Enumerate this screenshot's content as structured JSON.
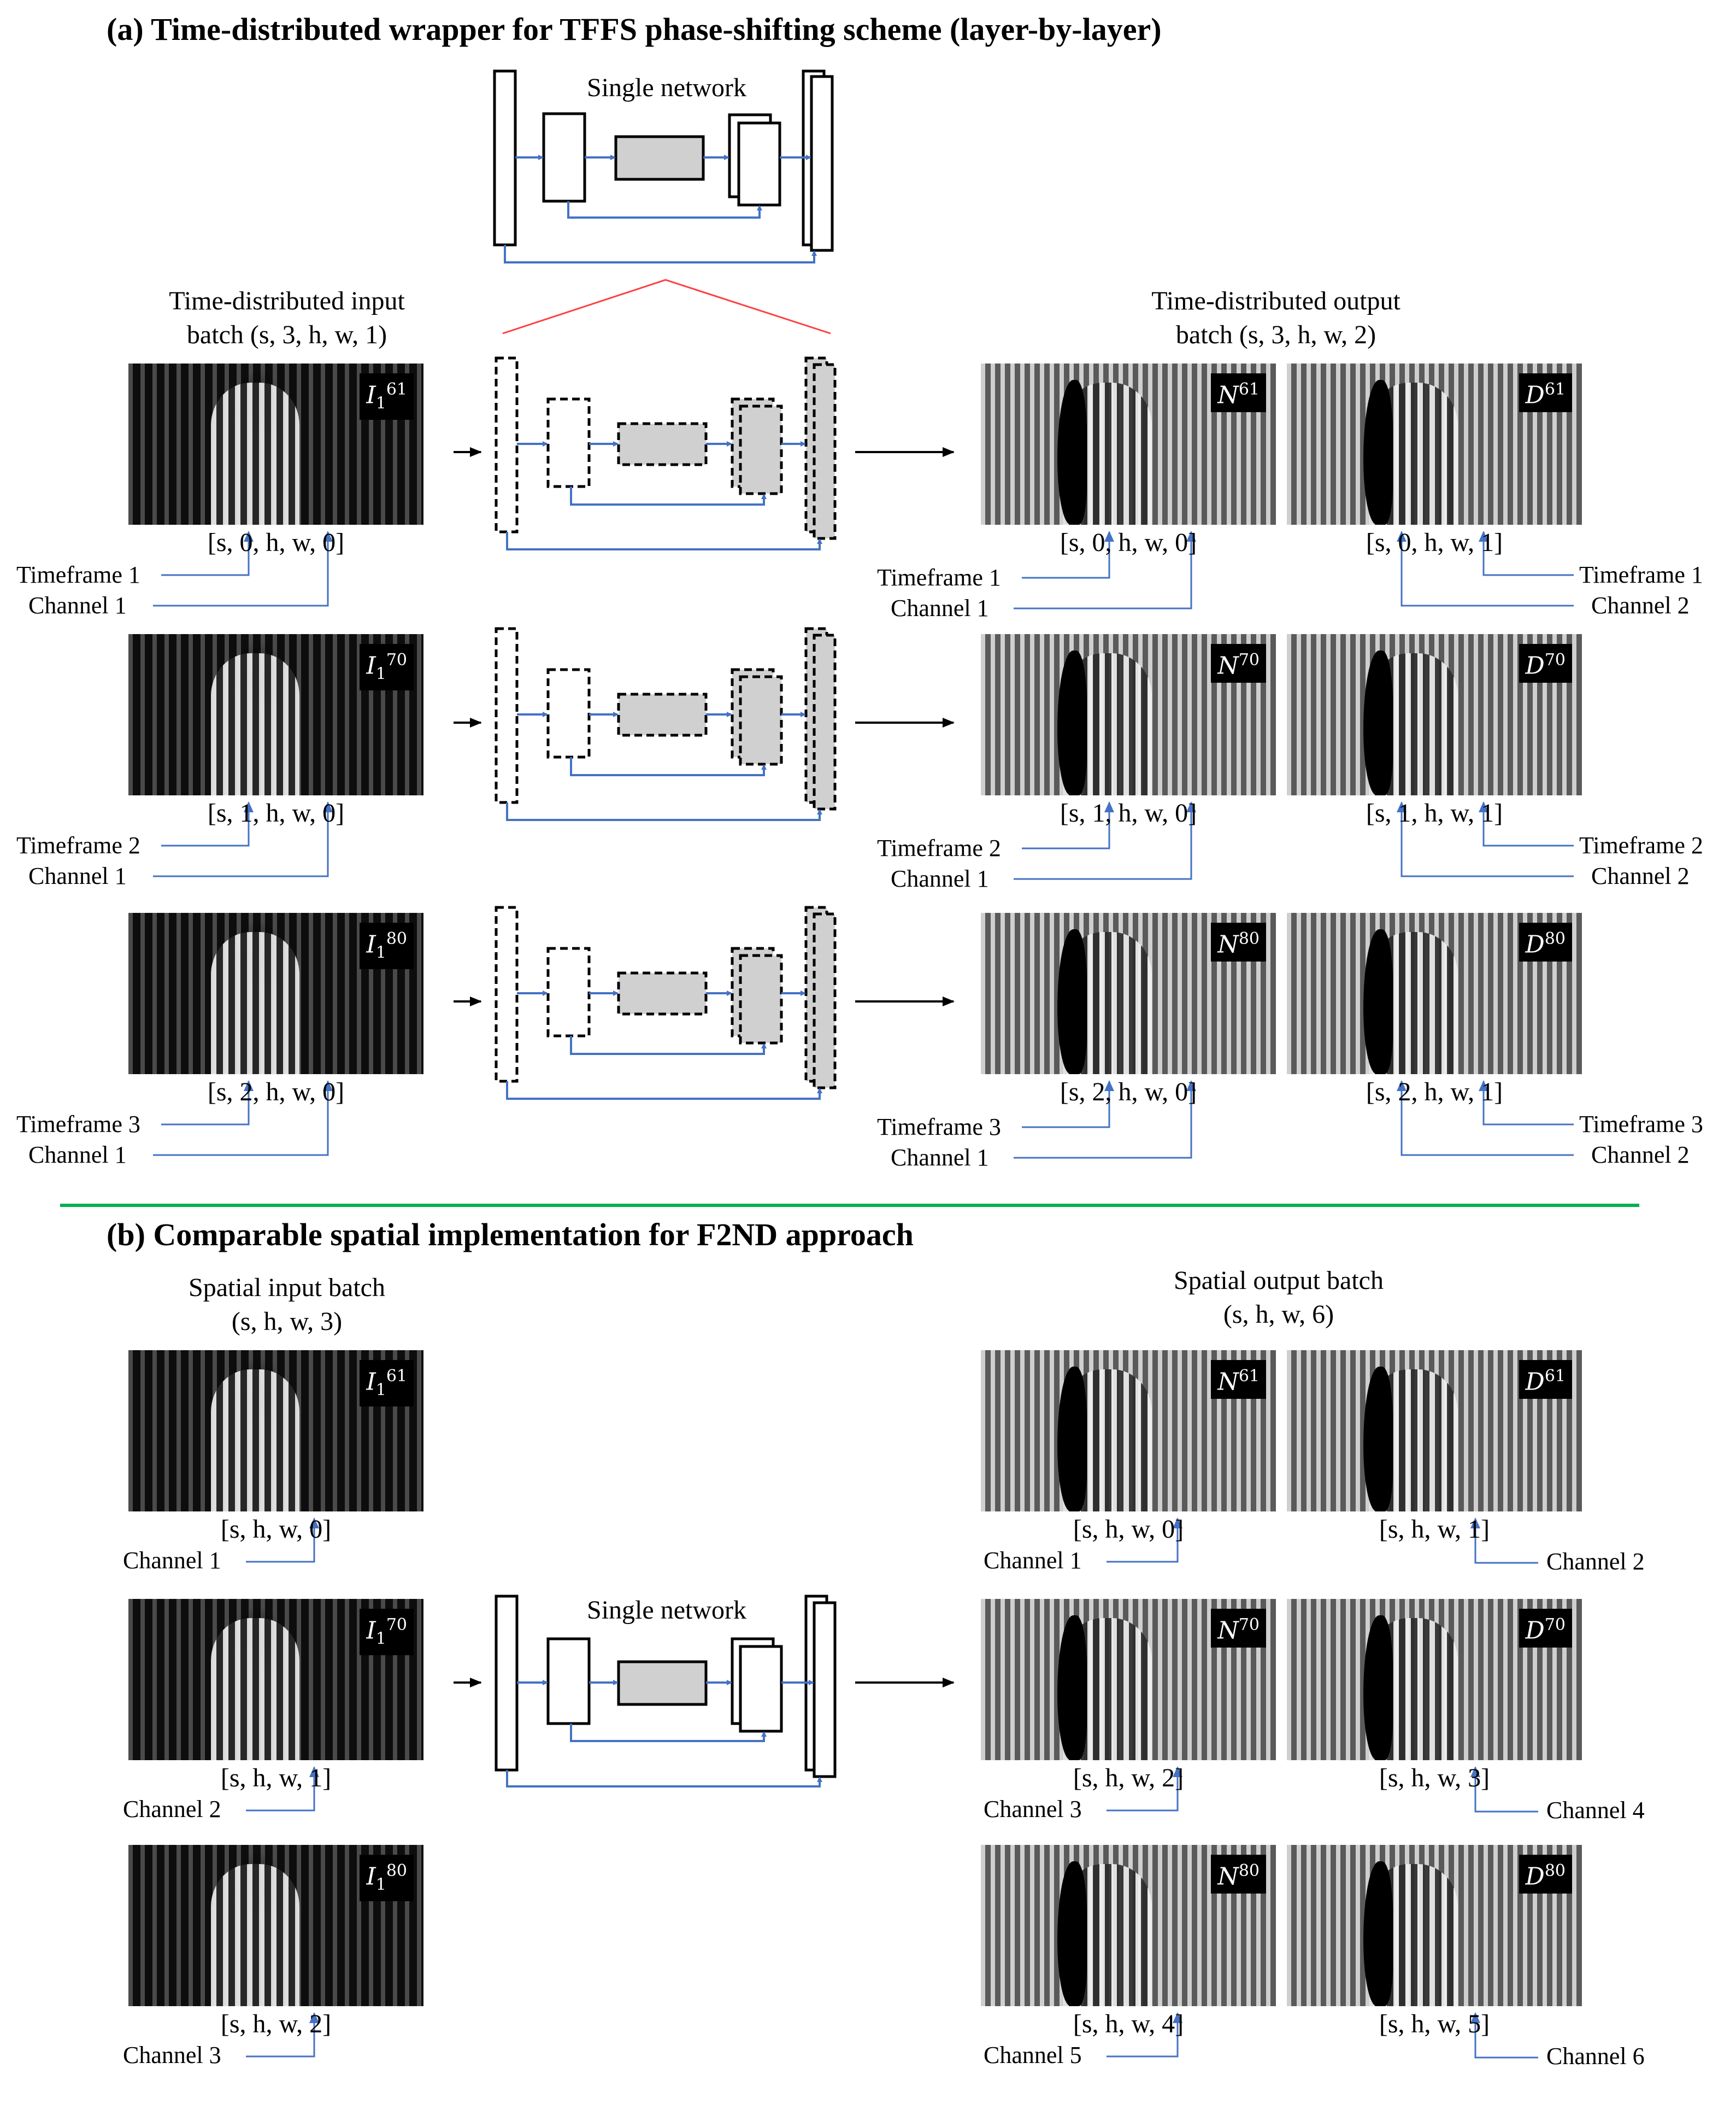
{
  "section_a": {
    "title": "(a) Time-distributed wrapper for TFFS phase-shifting scheme (layer-by-layer)",
    "single_network": "Single network",
    "input_caption_1": "Time-distributed input",
    "input_caption_2": "batch (s, 3, h, w, 1)",
    "output_caption_1": "Time-distributed output",
    "output_caption_2": "batch (s, 3, h, w, 2)",
    "rows": [
      {
        "input_tag": "I",
        "input_sub": "1",
        "input_sup": "61",
        "n_tag": "N",
        "n_sup": "61",
        "d_tag": "D",
        "d_sup": "61",
        "input_index": "[s, 0, h, w, 0]",
        "n_index": "[s, 0, h, w, 0]",
        "d_index": "[s, 0, h, w, 1]",
        "in_timeframe": "Timeframe 1",
        "in_channel": "Channel 1",
        "n_timeframe": "Timeframe 1",
        "n_channel": "Channel 1",
        "d_timeframe": "Timeframe 1",
        "d_channel": "Channel 2"
      },
      {
        "input_tag": "I",
        "input_sub": "1",
        "input_sup": "70",
        "n_tag": "N",
        "n_sup": "70",
        "d_tag": "D",
        "d_sup": "70",
        "input_index": "[s, 1, h, w, 0]",
        "n_index": "[s, 1, h, w, 0]",
        "d_index": "[s, 1, h, w, 1]",
        "in_timeframe": "Timeframe 2",
        "in_channel": "Channel 1",
        "n_timeframe": "Timeframe 2",
        "n_channel": "Channel 1",
        "d_timeframe": "Timeframe 2",
        "d_channel": "Channel 2"
      },
      {
        "input_tag": "I",
        "input_sub": "1",
        "input_sup": "80",
        "n_tag": "N",
        "n_sup": "80",
        "d_tag": "D",
        "d_sup": "80",
        "input_index": "[s, 2, h, w, 0]",
        "n_index": "[s, 2, h, w, 0]",
        "d_index": "[s, 2, h, w, 1]",
        "in_timeframe": "Timeframe 3",
        "in_channel": "Channel 1",
        "n_timeframe": "Timeframe 3",
        "n_channel": "Channel 1",
        "d_timeframe": "Timeframe 3",
        "d_channel": "Channel 2"
      }
    ]
  },
  "section_b": {
    "title": "(b) Comparable spatial implementation for F2ND approach",
    "single_network": "Single network",
    "input_caption_1": "Spatial input batch",
    "input_caption_2": "(s, h, w, 3)",
    "output_caption_1": "Spatial output batch",
    "output_caption_2": "(s, h, w, 6)",
    "rows": [
      {
        "input_tag": "I",
        "input_sub": "1",
        "input_sup": "61",
        "n_tag": "N",
        "n_sup": "61",
        "d_tag": "D",
        "d_sup": "61",
        "input_index": "[s, h, w, 0]",
        "n_index": "[s, h, w, 0]",
        "d_index": "[s, h, w, 1]",
        "in_channel": "Channel 1",
        "n_channel": "Channel 1",
        "d_channel": "Channel 2"
      },
      {
        "input_tag": "I",
        "input_sub": "1",
        "input_sup": "70",
        "n_tag": "N",
        "n_sup": "70",
        "d_tag": "D",
        "d_sup": "70",
        "input_index": "[s, h, w, 1]",
        "n_index": "[s, h, w, 2]",
        "d_index": "[s, h, w, 3]",
        "in_channel": "Channel 2",
        "n_channel": "Channel 3",
        "d_channel": "Channel 4"
      },
      {
        "input_tag": "I",
        "input_sub": "1",
        "input_sup": "80",
        "n_tag": "N",
        "n_sup": "80",
        "d_tag": "D",
        "d_sup": "80",
        "input_index": "[s, h, w, 2]",
        "n_index": "[s, h, w, 4]",
        "d_index": "[s, h, w, 5]",
        "in_channel": "Channel 3",
        "n_channel": "Channel 5",
        "d_channel": "Channel 6"
      }
    ]
  },
  "colors": {
    "arrow_blue": "#4472c4",
    "divider_green": "#00b050",
    "expand_red": "#ff4040",
    "block_gray": "#d0d0d0"
  }
}
